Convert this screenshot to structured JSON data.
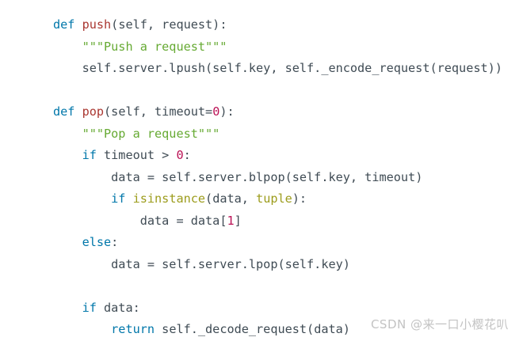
{
  "editor": {
    "language": "python",
    "background_color": "#ffffff",
    "default_text_color": "#3f4b54",
    "theme_colors": {
      "keyword": "#0077aa",
      "function_name": "#aa3731",
      "string": "#66aa33",
      "number": "#bb1155",
      "builtin": "#9c9c1c",
      "plain": "#3f4b54",
      "watermark": "#c3c3c3"
    },
    "lines": [
      {
        "id": 1,
        "indent": 0,
        "tokens": [
          {
            "t": "def",
            "c": "kw"
          },
          {
            "t": " ",
            "c": "plain"
          },
          {
            "t": "push",
            "c": "fn"
          },
          {
            "t": "(self, request):",
            "c": "plain"
          }
        ]
      },
      {
        "id": 2,
        "indent": 1,
        "tokens": [
          {
            "t": "\"\"\"Push a request\"\"\"",
            "c": "str"
          }
        ]
      },
      {
        "id": 3,
        "indent": 1,
        "tokens": [
          {
            "t": "self.server.lpush(self.key, self._encode_request(request))",
            "c": "plain"
          }
        ]
      },
      {
        "id": 4,
        "indent": 0,
        "tokens": []
      },
      {
        "id": 5,
        "indent": 0,
        "tokens": [
          {
            "t": "def",
            "c": "kw"
          },
          {
            "t": " ",
            "c": "plain"
          },
          {
            "t": "pop",
            "c": "fn"
          },
          {
            "t": "(self, timeout=",
            "c": "plain"
          },
          {
            "t": "0",
            "c": "num"
          },
          {
            "t": "):",
            "c": "plain"
          }
        ]
      },
      {
        "id": 6,
        "indent": 1,
        "tokens": [
          {
            "t": "\"\"\"Pop a request\"\"\"",
            "c": "str"
          }
        ]
      },
      {
        "id": 7,
        "indent": 1,
        "tokens": [
          {
            "t": "if",
            "c": "kw"
          },
          {
            "t": " timeout > ",
            "c": "plain"
          },
          {
            "t": "0",
            "c": "num"
          },
          {
            "t": ":",
            "c": "plain"
          }
        ]
      },
      {
        "id": 8,
        "indent": 2,
        "tokens": [
          {
            "t": "data = self.server.blpop(self.key, timeout)",
            "c": "plain"
          }
        ]
      },
      {
        "id": 9,
        "indent": 2,
        "tokens": [
          {
            "t": "if",
            "c": "kw"
          },
          {
            "t": " ",
            "c": "plain"
          },
          {
            "t": "isinstance",
            "c": "builtin"
          },
          {
            "t": "(data, ",
            "c": "plain"
          },
          {
            "t": "tuple",
            "c": "builtin"
          },
          {
            "t": "):",
            "c": "plain"
          }
        ]
      },
      {
        "id": 10,
        "indent": 3,
        "tokens": [
          {
            "t": "data = data[",
            "c": "plain"
          },
          {
            "t": "1",
            "c": "num"
          },
          {
            "t": "]",
            "c": "plain"
          }
        ]
      },
      {
        "id": 11,
        "indent": 1,
        "tokens": [
          {
            "t": "else",
            "c": "kw"
          },
          {
            "t": ":",
            "c": "plain"
          }
        ]
      },
      {
        "id": 12,
        "indent": 2,
        "tokens": [
          {
            "t": "data = self.server.lpop(self.key)",
            "c": "plain"
          }
        ]
      },
      {
        "id": 13,
        "indent": 0,
        "tokens": []
      },
      {
        "id": 14,
        "indent": 1,
        "tokens": [
          {
            "t": "if",
            "c": "kw"
          },
          {
            "t": " data:",
            "c": "plain"
          }
        ]
      },
      {
        "id": 15,
        "indent": 2,
        "tokens": [
          {
            "t": "return",
            "c": "kw"
          },
          {
            "t": " self._decode_request(data)",
            "c": "plain"
          }
        ]
      }
    ]
  },
  "watermark": {
    "text": "CSDN @来一口小樱花叭"
  }
}
